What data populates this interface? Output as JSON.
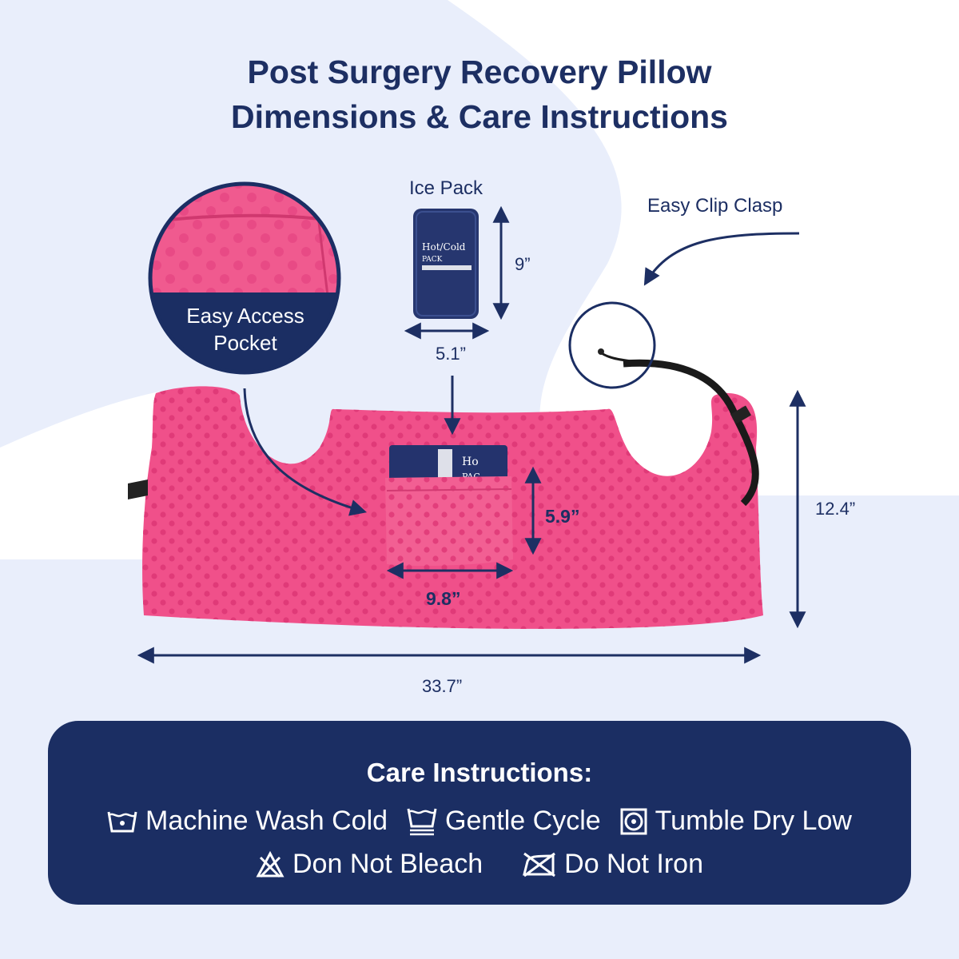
{
  "title": {
    "line1": "Post Surgery Recovery Pillow",
    "line2": "Dimensions & Care Instructions"
  },
  "callouts": {
    "ice_pack": "Ice Pack",
    "easy_clip_clasp": "Easy Clip Clasp",
    "easy_access_pocket_line1": "Easy Access",
    "easy_access_pocket_line2": "Pocket",
    "ice_pack_print_line1": "Hot/Cold",
    "ice_pack_print_line2": "PACK"
  },
  "dimensions": {
    "ice_pack_height": "9”",
    "ice_pack_width": "5.1”",
    "pocket_height": "5.9”",
    "pocket_width": "9.8”",
    "pillow_height": "12.4”",
    "pillow_width": "33.7”"
  },
  "care": {
    "heading": "Care Instructions:",
    "items": [
      {
        "icon": "machine-wash-cold-icon",
        "label": "Machine Wash Cold"
      },
      {
        "icon": "gentle-cycle-icon",
        "label": "Gentle Cycle"
      },
      {
        "icon": "tumble-dry-low-icon",
        "label": "Tumble Dry Low"
      },
      {
        "icon": "do-not-bleach-icon",
        "label": "Don Not Bleach"
      },
      {
        "icon": "do-not-iron-icon",
        "label": "Do Not Iron"
      }
    ]
  },
  "colors": {
    "navy": "#1b2e63",
    "pink": "#f0508a",
    "background": "#e9eefb"
  }
}
